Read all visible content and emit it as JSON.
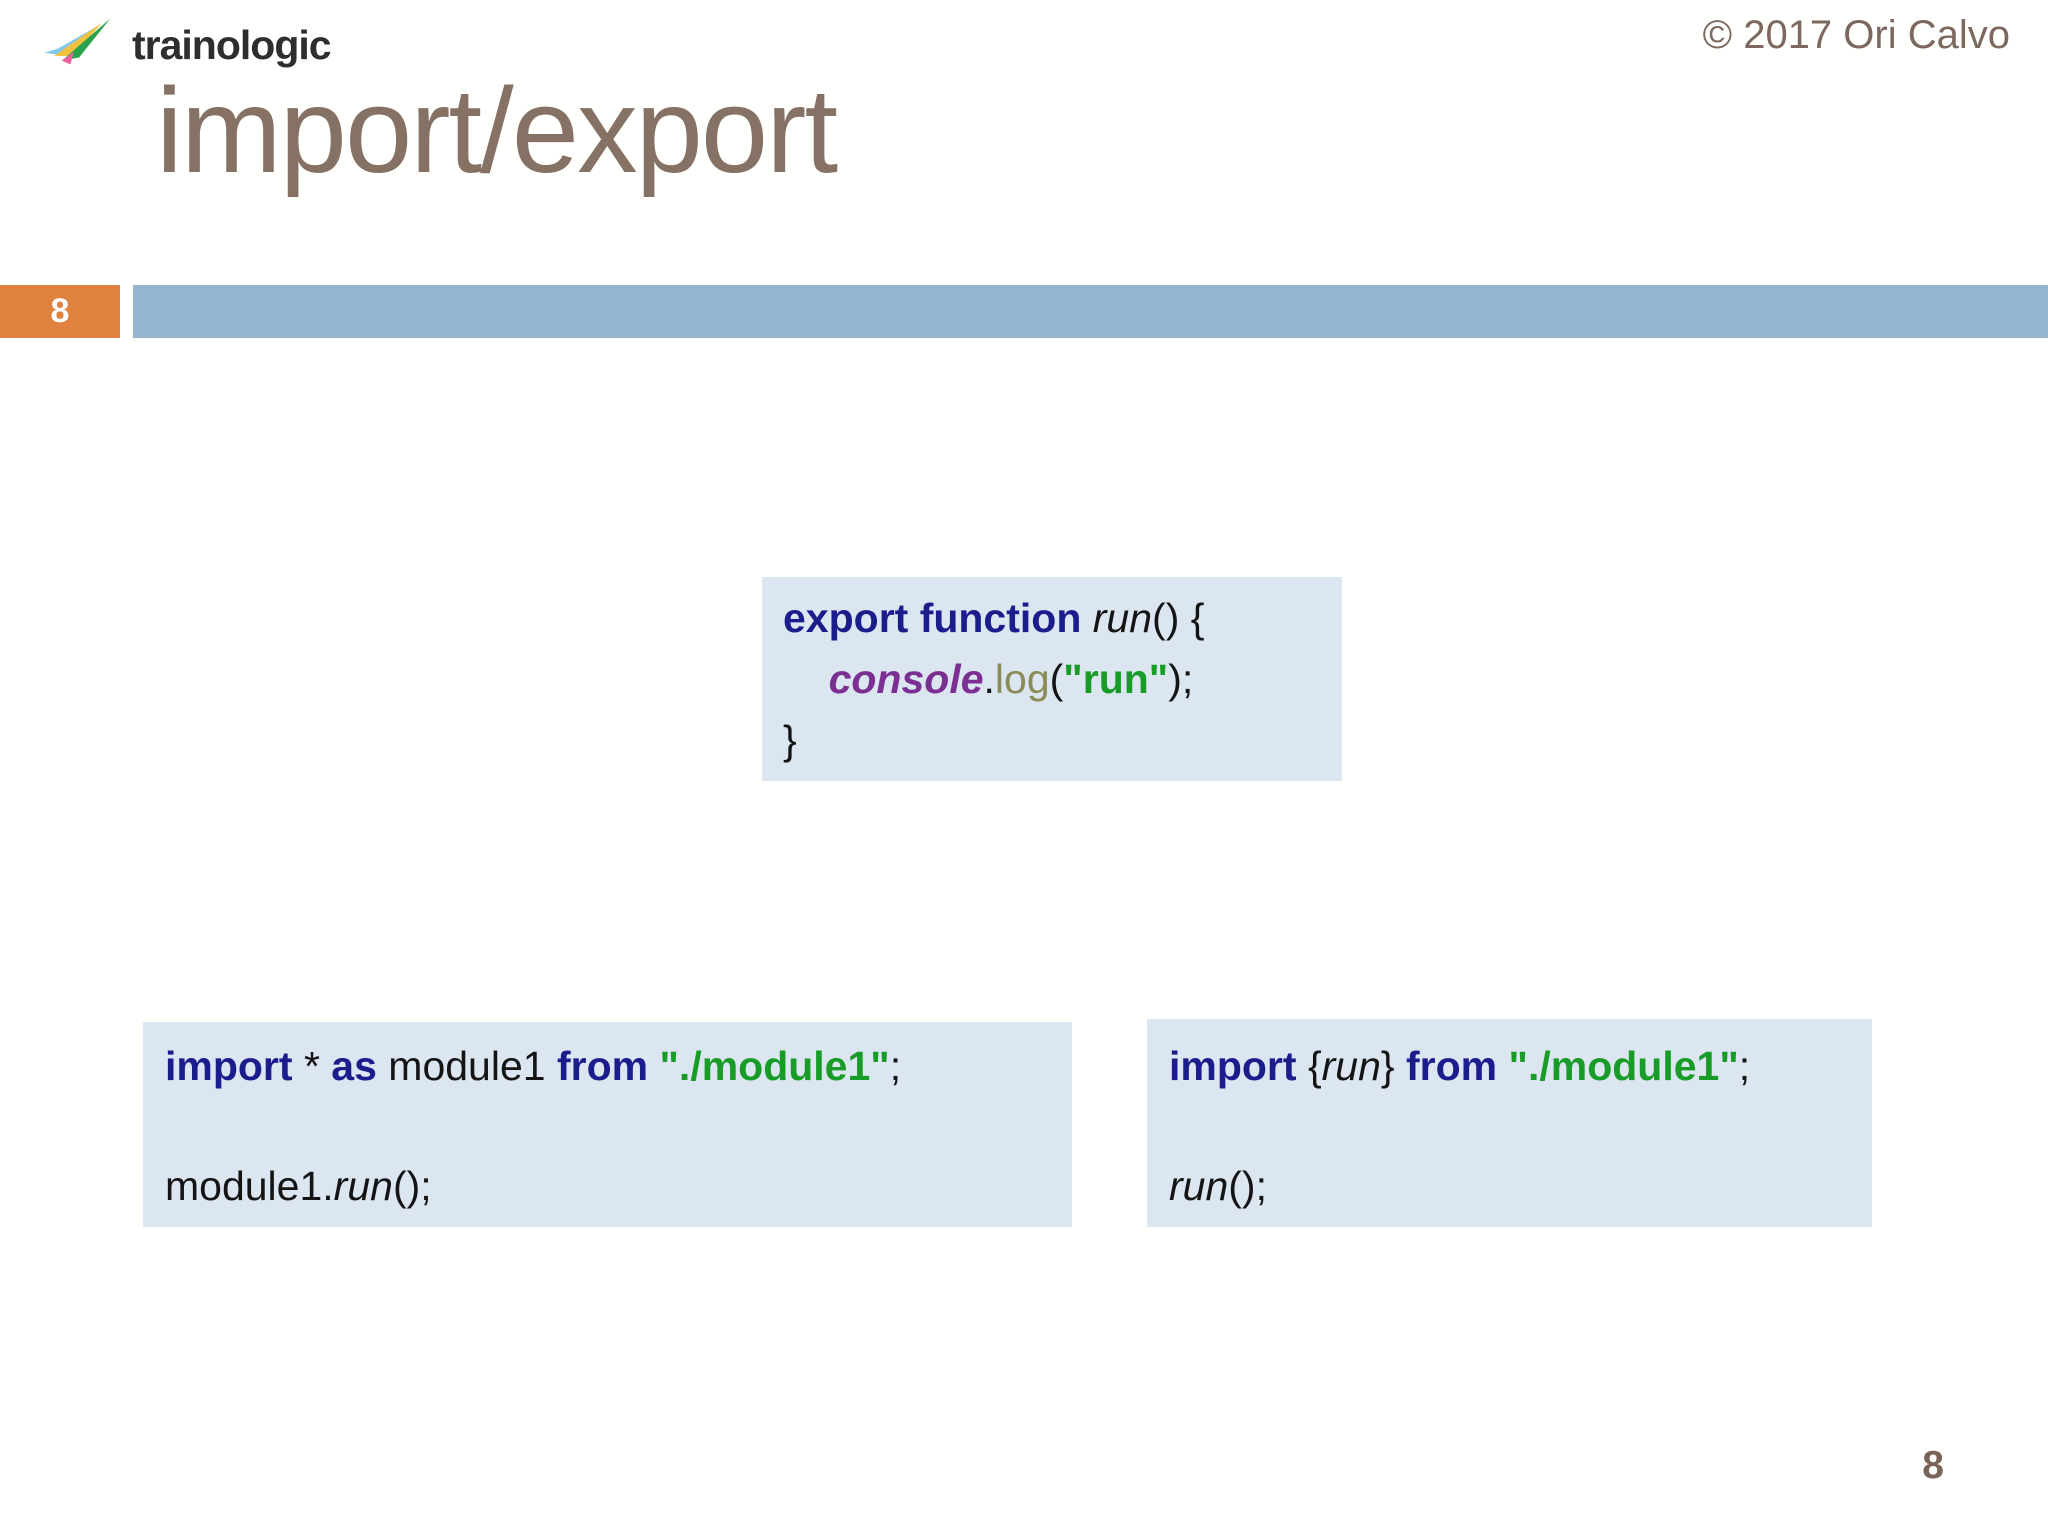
{
  "header": {
    "logo_text": "trainologic",
    "logo_icon": "paper-plane-icon",
    "copyright": "© 2017 Ori Calvo"
  },
  "title": "import/export",
  "slide_number_badge": "8",
  "footer_page_number": "8",
  "colors": {
    "accent_orange": "#e0813f",
    "band_blue": "#95b6ce",
    "code_background": "#dbe6f1",
    "keyword_blue": "#1c1d8c",
    "object_purple": "#7b2f93",
    "method_olive": "#8b8b56",
    "string_green": "#189c27",
    "title_taupe": "#867264"
  },
  "code_blocks": {
    "export_module": {
      "lines": [
        [
          {
            "t": "export function",
            "s": "kw"
          },
          {
            "t": " ",
            "s": "plain"
          },
          {
            "t": "run",
            "s": "ital"
          },
          {
            "t": "() {",
            "s": "plain"
          }
        ],
        [
          {
            "t": "    ",
            "s": "plain"
          },
          {
            "t": "console",
            "s": "obj"
          },
          {
            "t": ".",
            "s": "plain"
          },
          {
            "t": "log",
            "s": "method"
          },
          {
            "t": "(",
            "s": "plain"
          },
          {
            "t": "\"run\"",
            "s": "str"
          },
          {
            "t": ");",
            "s": "plain"
          }
        ],
        [
          {
            "t": "}",
            "s": "plain"
          }
        ]
      ]
    },
    "import_star": {
      "lines": [
        [
          {
            "t": "import",
            "s": "kw"
          },
          {
            "t": " * ",
            "s": "plain"
          },
          {
            "t": "as",
            "s": "kw"
          },
          {
            "t": " module1 ",
            "s": "plain"
          },
          {
            "t": "from",
            "s": "kw"
          },
          {
            "t": " ",
            "s": "plain"
          },
          {
            "t": "\"./module1\"",
            "s": "str"
          },
          {
            "t": ";",
            "s": "plain"
          }
        ],
        [],
        [
          {
            "t": "module1.",
            "s": "plain"
          },
          {
            "t": "run",
            "s": "ital"
          },
          {
            "t": "();",
            "s": "plain"
          }
        ]
      ]
    },
    "import_named": {
      "lines": [
        [
          {
            "t": "import",
            "s": "kw"
          },
          {
            "t": " {",
            "s": "plain"
          },
          {
            "t": "run",
            "s": "ital"
          },
          {
            "t": "} ",
            "s": "plain"
          },
          {
            "t": "from",
            "s": "kw"
          },
          {
            "t": " ",
            "s": "plain"
          },
          {
            "t": "\"./module1\"",
            "s": "str"
          },
          {
            "t": ";",
            "s": "plain"
          }
        ],
        [],
        [
          {
            "t": "run",
            "s": "ital"
          },
          {
            "t": "();",
            "s": "plain"
          }
        ]
      ]
    }
  }
}
